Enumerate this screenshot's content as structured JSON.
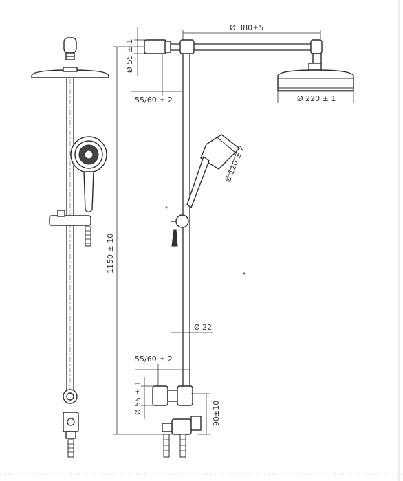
{
  "dimensions": {
    "arm_length": "Ø 380±5",
    "wall_mount_dia_top": "Ø 55 ± 1",
    "wall_offset_top": "55/60 ± 2",
    "head_shower_dia": "Ø 220 ± 1",
    "hand_shower_dia": "Ø 120 ± 2",
    "total_height": "1150 ± 10",
    "riser_pipe_dia": "Ø 22",
    "wall_offset_bottom": "55/60 ± 2",
    "wall_mount_dia_bottom": "Ø 55 ± 1",
    "outlet_height": "90±10"
  },
  "colors": {
    "line": "#2b2b2b",
    "dim": "#333333",
    "background": "#ffffff"
  }
}
